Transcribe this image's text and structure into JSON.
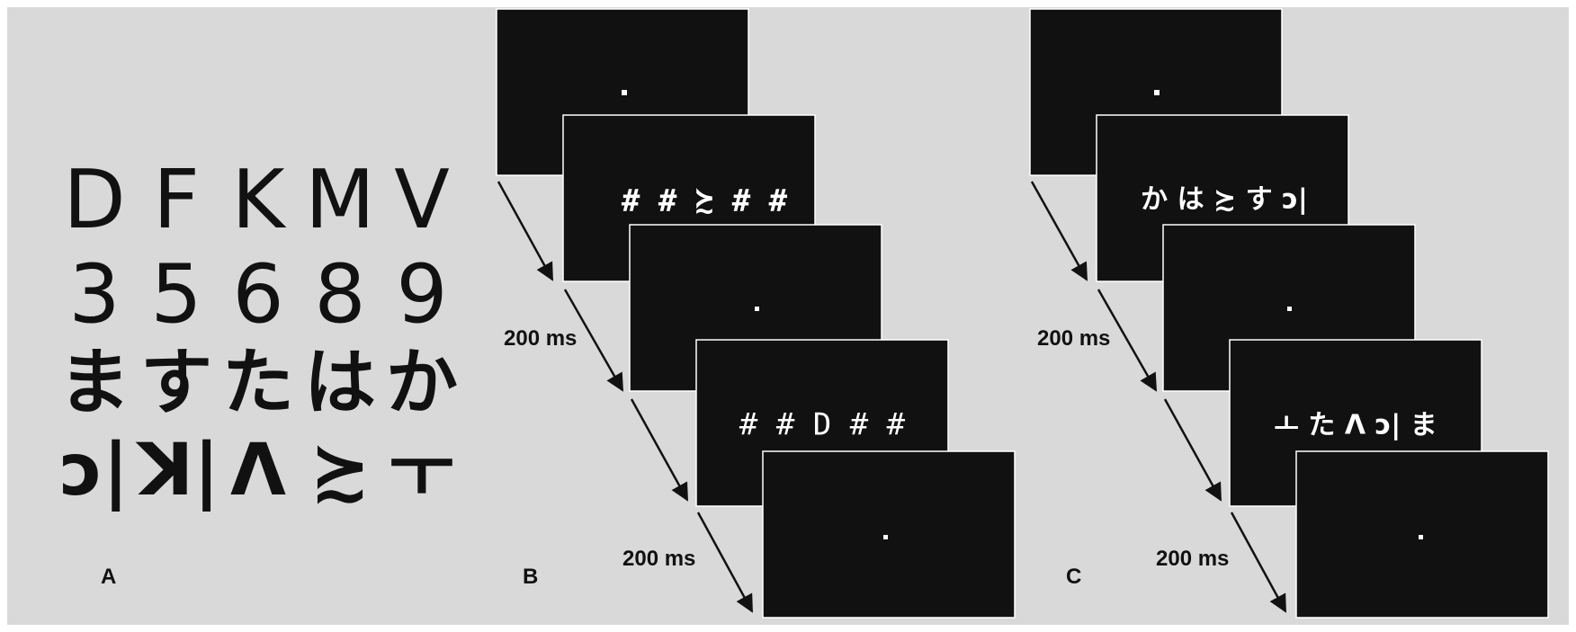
{
  "panel_a": {
    "label": "A",
    "rows": [
      [
        "D",
        "F",
        "K",
        "M",
        "V"
      ],
      [
        "3",
        "5",
        "6",
        "8",
        "9"
      ],
      [
        "ま",
        "す",
        "た",
        "は",
        "か"
      ],
      [
        "ɔ|",
        "ꓘ|",
        "ᐱ",
        "≿",
        "ㅗ"
      ]
    ]
  },
  "panel_b": {
    "label": "B",
    "mask_text": "# # ≿ # #",
    "target_text": "# # D # #",
    "timing_1": "200 ms",
    "timing_2": "200 ms"
  },
  "panel_c": {
    "label": "C",
    "mask_text": "か は ≿ す ɔ|",
    "target_text": "ㅗ た ᐱ ɔ| ま",
    "timing_1": "200 ms",
    "timing_2": "200 ms"
  },
  "colors": {
    "background": "#d9d9d9",
    "screen": "#111111",
    "screen_border": "#ffffff",
    "stimulus": "#ffffff"
  }
}
